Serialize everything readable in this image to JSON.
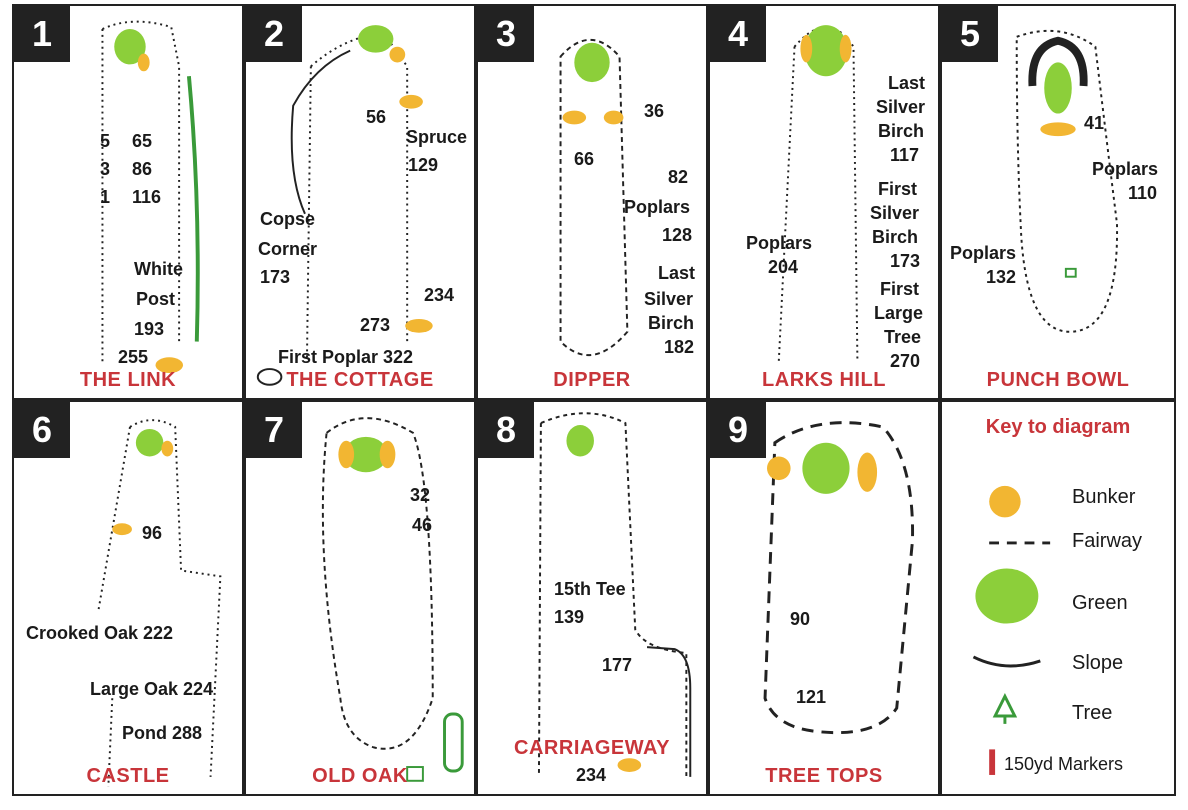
{
  "holes": [
    {
      "number": "1",
      "name": "THE LINK",
      "labels": {
        "d1": "5",
        "d2": "3",
        "d3": "1",
        "v1": "65",
        "v2": "86",
        "v3": "116",
        "a": "White",
        "b": "Post",
        "c": "193",
        "d": "255"
      }
    },
    {
      "number": "2",
      "name": "THE COTTAGE",
      "labels": {
        "a": "56",
        "b": "Spruce",
        "c": "129",
        "d": "Copse",
        "e": "Corner",
        "f": "173",
        "g": "234",
        "h": "273",
        "i": "First Poplar 322"
      }
    },
    {
      "number": "3",
      "name": "DIPPER",
      "labels": {
        "a": "36",
        "b": "66",
        "c": "82",
        "d": "Poplars",
        "e": "128",
        "f": "Last",
        "g": "Silver",
        "h": "Birch",
        "i": "182"
      }
    },
    {
      "number": "4",
      "name": "LARKS HILL",
      "labels": {
        "a": "Last",
        "b": "Silver",
        "c": "Birch",
        "d": "117",
        "e": "First",
        "f": "Silver",
        "g": "Birch",
        "h": "173",
        "i": "First",
        "j": "Large",
        "k": "Tree",
        "l": "270",
        "m": "Poplars",
        "n": "204"
      }
    },
    {
      "number": "5",
      "name": "PUNCH BOWL",
      "labels": {
        "a": "41",
        "b": "Poplars",
        "c": "110",
        "d": "Poplars",
        "e": "132"
      }
    },
    {
      "number": "6",
      "name": "CASTLE",
      "labels": {
        "a": "96",
        "b": "Crooked Oak 222",
        "c": "Large Oak 224",
        "d": "Pond 288"
      }
    },
    {
      "number": "7",
      "name": "OLD OAK",
      "labels": {
        "a": "32",
        "b": "46"
      }
    },
    {
      "number": "8",
      "name": "CARRIAGEWAY",
      "labels": {
        "a": "15th Tee",
        "b": "139",
        "c": "177",
        "d": "234"
      }
    },
    {
      "number": "9",
      "name": "TREE TOPS",
      "labels": {
        "a": "90",
        "b": "121"
      }
    }
  ],
  "key": {
    "title": "Key to diagram",
    "bunker": "Bunker",
    "fairway": "Fairway",
    "green": "Green",
    "slope": "Slope",
    "tree": "Tree",
    "markers": "150yd Markers"
  },
  "colors": {
    "green": "#8ccf3a",
    "bunker": "#f2b632",
    "accent": "#c8353a",
    "tree": "#3a9a3a"
  }
}
